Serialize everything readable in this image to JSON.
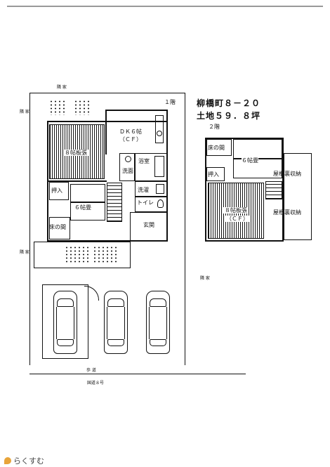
{
  "property": {
    "address": "柳橋町８－２０",
    "land": "土地５９．８坪"
  },
  "surroundings": {
    "neighbor_top": "隣 家",
    "neighbor_left_top": "隣 家",
    "neighbor_left_mid": "隣 家",
    "neighbor_right": "隣 家",
    "sidewalk": "歩 道",
    "road": "国道８号"
  },
  "floor1": {
    "label": "１階",
    "rooms": {
      "dk": "ＤＫ６帖",
      "dk_floor": "（ＣＦ）",
      "room8": "８帖板張",
      "bath": "浴室",
      "washroom": "洗面",
      "laundry": "洗濯",
      "toilet": "トイレ",
      "closet": "押入",
      "room6": "６帖畳",
      "alcove": "床の間",
      "entrance": "玄関"
    }
  },
  "floor2": {
    "label": "２階",
    "rooms": {
      "alcove": "床の間",
      "room6": "６帖畳",
      "closet": "押入",
      "attic1": "屋根裏収納",
      "room8": "８帖板張",
      "room8_floor": "（ＣＦ）",
      "attic2": "屋根裏収納"
    }
  },
  "brand": {
    "name": "らくすむ"
  }
}
